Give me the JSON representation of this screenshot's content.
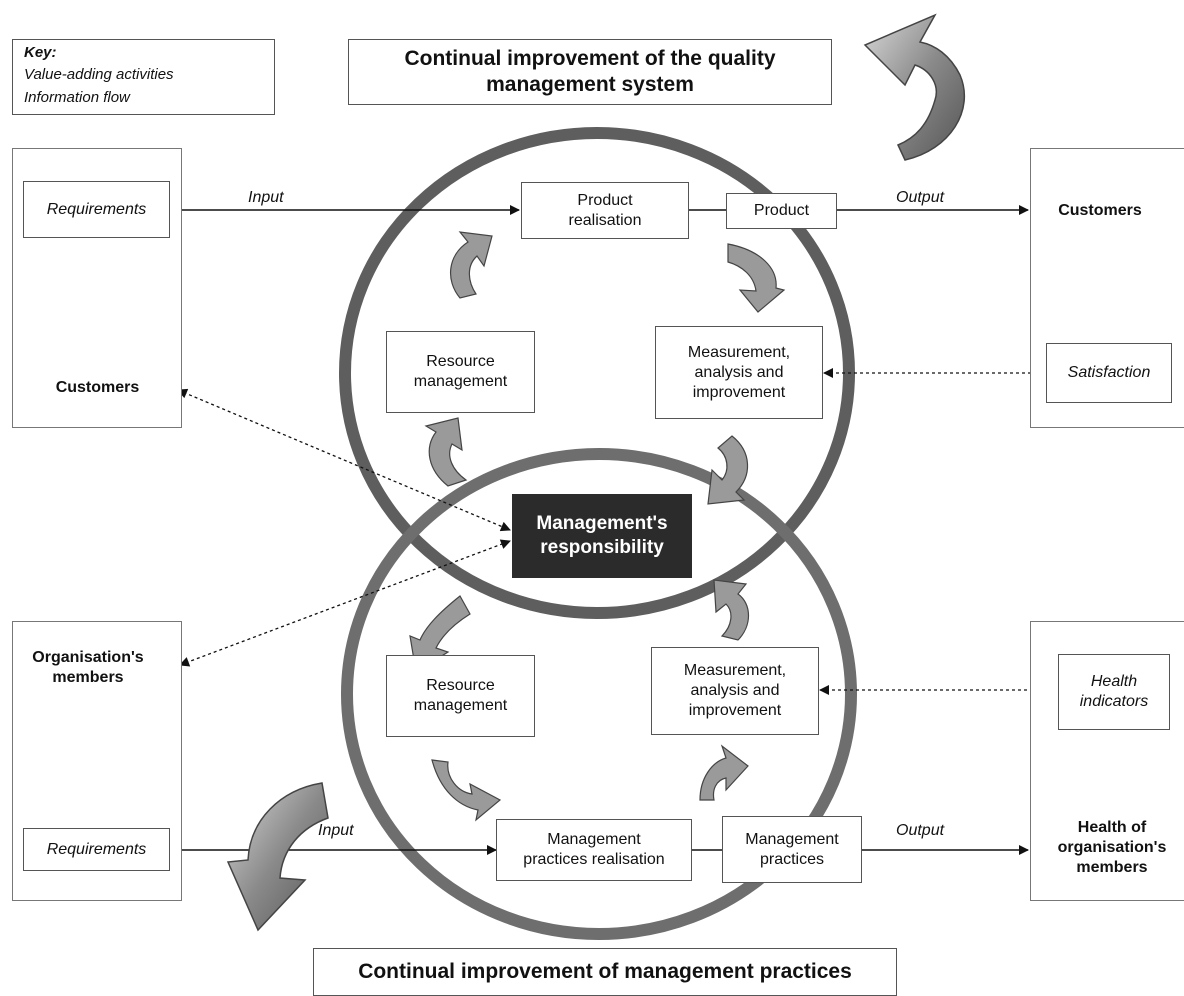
{
  "key": {
    "title": "Key:",
    "value_adding": "Value-adding activities",
    "information_flow": "Information flow"
  },
  "top_title": "Continual improvement of the quality\nmanagement system",
  "bottom_title": "Continual improvement of management practices",
  "upper_cycle": {
    "product_realisation": "Product\nrealisation",
    "product": "Product",
    "resource_management": "Resource\nmanagement",
    "measurement": "Measurement,\nanalysis and\nimprovement"
  },
  "lower_cycle": {
    "resource_management": "Resource\nmanagement",
    "measurement": "Measurement,\nanalysis and\nimprovement",
    "practices_realisation": "Management\npractices realisation",
    "practices": "Management\npractices"
  },
  "center": "Management's\nresponsibility",
  "left_top_panel": {
    "requirements": "Requirements",
    "customers": "Customers"
  },
  "left_bottom_panel": {
    "members": "Organisation's\nmembers",
    "requirements": "Requirements"
  },
  "right_top_panel": {
    "customers": "Customers",
    "satisfaction": "Satisfaction"
  },
  "right_bottom_panel": {
    "health_indicators": "Health\nindicators",
    "health_members": "Health of\norganisation's\nmembers"
  },
  "flow_labels": {
    "input_top": "Input",
    "output_top": "Output",
    "input_bottom": "Input",
    "output_bottom": "Output"
  },
  "colors": {
    "ring": "#666666",
    "center_box": "#2b2b2b",
    "arrow_fill": "#8f8f8f"
  }
}
